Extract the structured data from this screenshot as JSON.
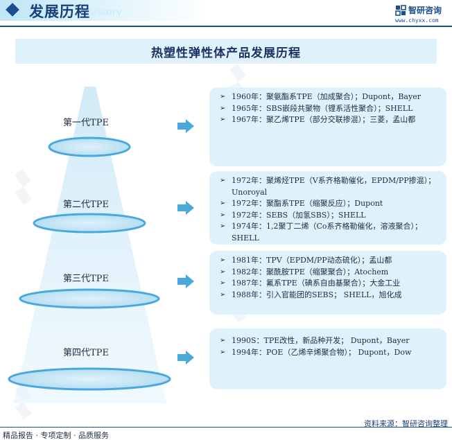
{
  "header": {
    "title": "发展历程",
    "watermark_text": "history",
    "brand_name": "智研咨询",
    "brand_url": "www.chyxx.com"
  },
  "banner": {
    "title": "热塑性弹性体产品发展历程"
  },
  "generations": [
    {
      "label": "第一代TPE",
      "entries": [
        "1960年：聚氨酯系TPE（加成聚合）；Dupont，Bayer",
        "1965年：SBS嵌段共聚物（锂系活性聚合）；SHELL",
        "1967年：聚乙烯TPE（部分交联掺混）；三菱，孟山都"
      ]
    },
    {
      "label": "第二代TPE",
      "entries": [
        "1972年：聚烯烃TPE（V系齐格勒催化，EPDM/PP掺混）；Unoroyal",
        "1972年：聚酯系TPE（缩聚反应）；Dupont",
        "1972年：SEBS（加氢SBS）；SHELL",
        "1974年：1,2聚丁二烯（Co系齐格勒催化，溶液聚合）；SHELL"
      ]
    },
    {
      "label": "第三代TPE",
      "entries": [
        "1981年：TPV（EPDM/PP动态硫化）；孟山都",
        "1982年：聚酰胺TPE（缩聚聚合）；Atochem",
        "1987年：氟系TPE（碘系自由基聚合）；大金工业",
        "1988年：引入官能团的SEBS； SHELL，旭化成"
      ]
    },
    {
      "label": "第四代TPE",
      "entries": [
        "1990S：TPE改性，新品种开发； Dupont，Bayer",
        "1994年：POE（乙烯辛烯聚合物）； Dupont，Dow"
      ]
    }
  ],
  "footer": {
    "left": "精品报告 · 专项定制 · 品质服务",
    "right": "资料来源：智研咨询整理"
  },
  "colors": {
    "navy": "#1a4f8f",
    "light_blue_fill": "#dff1fa",
    "arrow_blue": "#4aa8dc",
    "disc_fill": "#bde3f4"
  }
}
